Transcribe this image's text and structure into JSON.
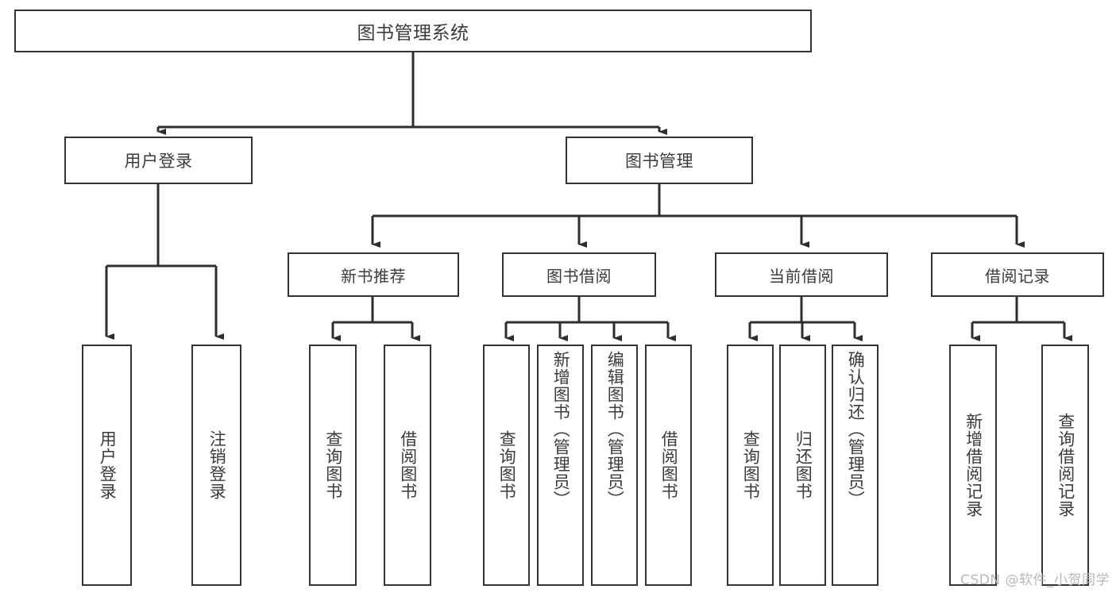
{
  "diagram": {
    "title": "图书管理系统",
    "watermark": "CSDN @软件_小贺同学",
    "root": {
      "label": "图书管理系统"
    },
    "level1": [
      {
        "label": "用户登录"
      },
      {
        "label": "图书管理"
      }
    ],
    "level2": [
      {
        "label": "新书推荐"
      },
      {
        "label": "图书借阅"
      },
      {
        "label": "当前借阅"
      },
      {
        "label": "借阅记录"
      }
    ],
    "leaves": {
      "user_login": [
        {
          "label": "用户登录"
        },
        {
          "label": "注销登录"
        }
      ],
      "new_book_recommend": [
        {
          "label": "查询图书"
        },
        {
          "label": "借阅图书"
        }
      ],
      "book_borrow": [
        {
          "label": "查询图书"
        },
        {
          "label": "新增图书（管理员）"
        },
        {
          "label": "编辑图书（管理员）"
        },
        {
          "label": "借阅图书"
        }
      ],
      "current_borrow": [
        {
          "label": "查询图书"
        },
        {
          "label": "归还图书"
        },
        {
          "label": "确认归还（管理员）"
        }
      ],
      "borrow_record": [
        {
          "label": "新增借阅记录"
        },
        {
          "label": "查询借阅记录"
        }
      ]
    },
    "colors": {
      "border": "#333333",
      "text": "#3b3b3b",
      "background": "#ffffff",
      "watermark": "#b8b8b8"
    }
  }
}
